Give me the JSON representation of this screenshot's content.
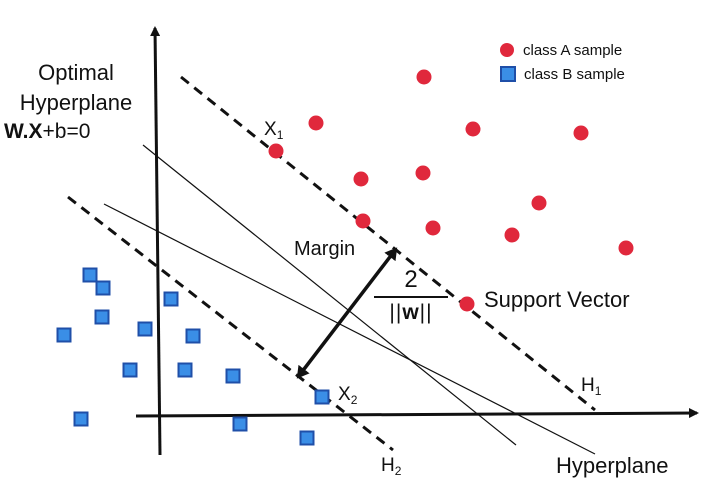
{
  "title": {
    "line1": "Optimal",
    "line2": "Hyperplane",
    "equation_bold1": "W",
    "equation_dot": ".",
    "equation_bold2": "X",
    "equation_rest": "+b=0"
  },
  "labels": {
    "x1_letter": "X",
    "x1_sub": "1",
    "x2_letter": "X",
    "x2_sub": "2",
    "h1_letter": "H",
    "h1_sub": "1",
    "h2_letter": "H",
    "h2_sub": "2",
    "margin": "Margin",
    "support_vector": "Support Vector",
    "hyperplane": "Hyperplane",
    "fraction_numerator": "2",
    "fraction_den_left": "||",
    "fraction_den_w": "w",
    "fraction_den_right": "||"
  },
  "legend": {
    "class_a": "class A sample",
    "class_b": "class B sample"
  },
  "colors": {
    "class_a_fill": "#e0283c",
    "class_b_fill": "#3a8ee6",
    "class_b_border": "#1f4fa8",
    "lines": "#111111"
  },
  "points": {
    "class_a": [
      [
        424,
        77
      ],
      [
        316,
        123
      ],
      [
        473,
        129
      ],
      [
        581,
        133
      ],
      [
        276,
        151
      ],
      [
        361,
        179
      ],
      [
        423,
        173
      ],
      [
        539,
        203
      ],
      [
        363,
        221
      ],
      [
        433,
        228
      ],
      [
        512,
        235
      ],
      [
        626,
        248
      ],
      [
        467,
        304
      ]
    ],
    "class_b": [
      [
        90,
        275
      ],
      [
        103,
        288
      ],
      [
        171,
        299
      ],
      [
        102,
        317
      ],
      [
        64,
        335
      ],
      [
        145,
        329
      ],
      [
        193,
        336
      ],
      [
        130,
        370
      ],
      [
        185,
        370
      ],
      [
        233,
        376
      ],
      [
        322,
        397
      ],
      [
        81,
        419
      ],
      [
        240,
        424
      ],
      [
        307,
        438
      ]
    ]
  }
}
